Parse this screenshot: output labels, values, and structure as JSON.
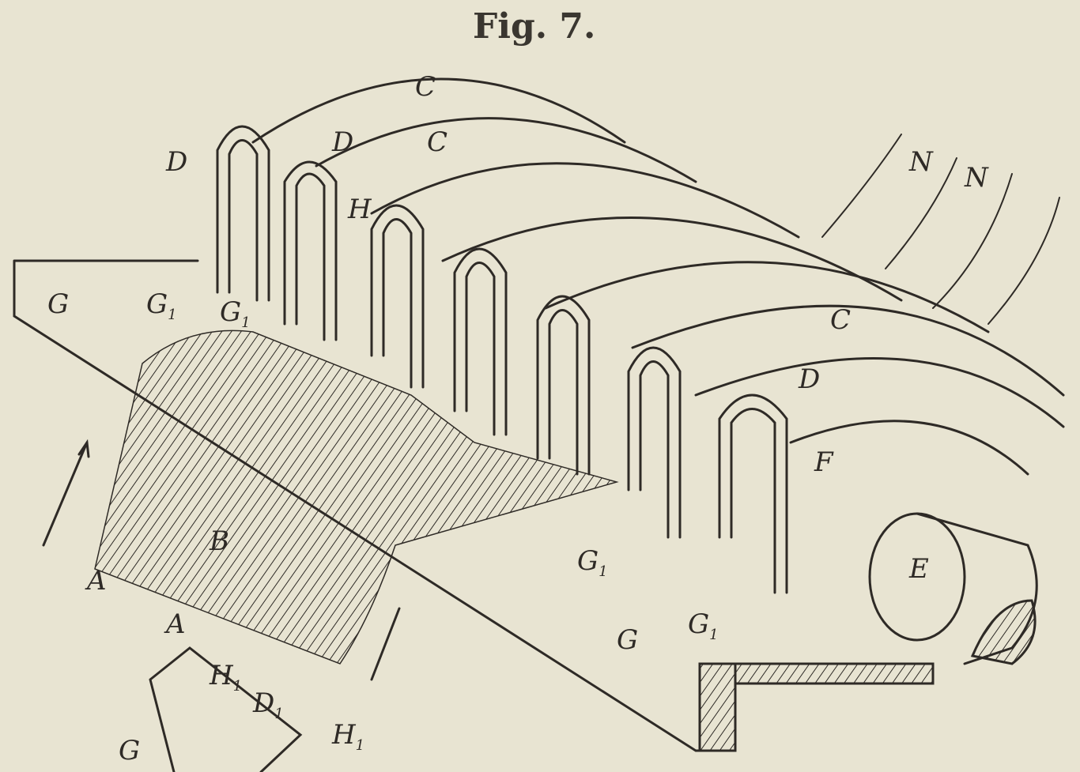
{
  "figure": {
    "title": "Fig. 7.",
    "labels": {
      "C": "C",
      "D": "D",
      "H": "H",
      "G": "G",
      "G1": "G",
      "sub1": "1",
      "B": "B",
      "A": "A",
      "F": "F",
      "E": "E",
      "N": "N",
      "H1": "H",
      "D1": "D"
    }
  },
  "colors": {
    "paper": "#e8e4d2",
    "ink": "#2e2a26"
  }
}
